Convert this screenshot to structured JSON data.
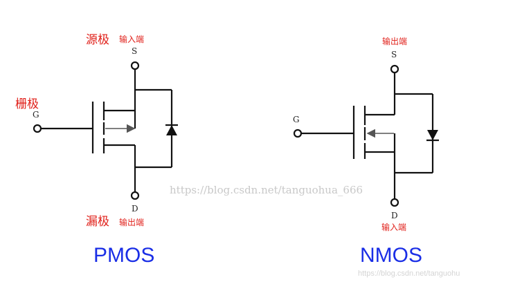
{
  "pmos": {
    "title": "PMOS",
    "source_label": "源极",
    "source_role": "输入端",
    "drain_label": "漏极",
    "drain_role": "输出端",
    "gate_label": "栅极",
    "pin_s": "S",
    "pin_d": "D",
    "pin_g": "G"
  },
  "nmos": {
    "title": "NMOS",
    "source_role": "输出端",
    "drain_role": "输入端",
    "pin_s": "S",
    "pin_d": "D",
    "pin_g": "G"
  },
  "watermark": {
    "center": "https://blog.csdn.net/tanguohua_666",
    "corner": "https://blog.csdn.net/tanguohu"
  },
  "colors": {
    "label_red": "#e0201a",
    "title_blue": "#1a2ee6",
    "wire": "#111111"
  }
}
